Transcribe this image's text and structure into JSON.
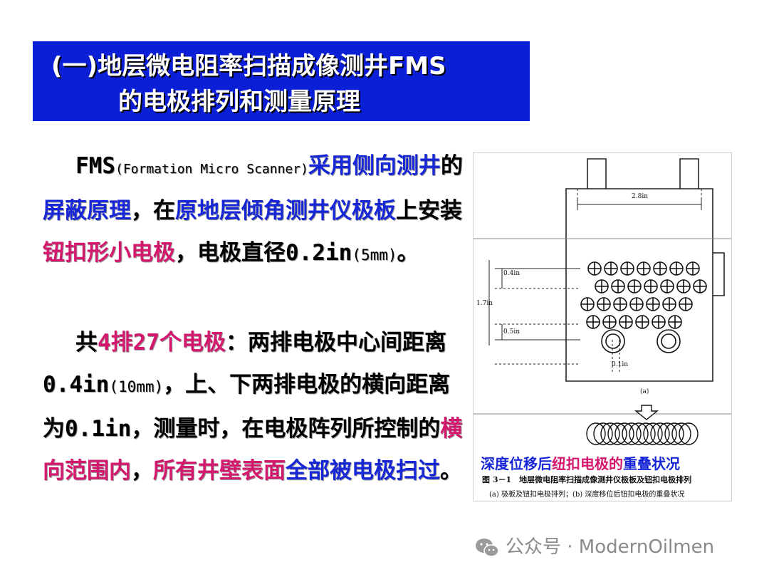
{
  "title": {
    "line1": "(一)地层微电阻率扫描成像测井FMS",
    "line2": "的电极排列和测量原理"
  },
  "para1": {
    "fms": "FMS",
    "fullname": "(Formation Micro Scanner)",
    "t1": "采用",
    "t2": "侧向测井",
    "t3": "的",
    "t4": "屏蔽原理",
    "t5": "，在",
    "t6": "原地层倾角测井仪极板",
    "t7": "上安装",
    "t8": "钮扣形小电极",
    "t9": "，电极直径0.2in",
    "t10": "(5mm)",
    "t11": "。"
  },
  "para2": {
    "t1": "共",
    "t2": "4排27个电极",
    "t3": "：两排电极中心间距离0.4in",
    "t4": "(10mm)",
    "t5": "，上、下两排电极的横向距离为0.1in，测量时，在电极阵列所控制的",
    "t6": "横向范围内",
    "t7": "，",
    "t8": "所有井壁表面",
    "t9": "全部被电极扫过",
    "t10": "。"
  },
  "figure": {
    "dim_top": "2.8in",
    "dim_row": "0.4in",
    "dim_height": "1.7in",
    "dim_bottom": "0.5in",
    "dim_offset": "0.1in",
    "sub_a": "(a)",
    "caption_main_1": "深度位移后",
    "caption_main_2": "纽扣电极的",
    "caption_main_3": "重叠状况",
    "caption_1": "图 3－1　地层微电阻率扫描成像测井仪极板及钮扣电极排列",
    "caption_2": "(a) 极板及钮扣电极排列；(b) 深度移位后钮扣电极的重叠状况"
  },
  "watermark": {
    "text": "公众号 · ModernOilmen",
    "icon": "wechat-icon"
  },
  "colors": {
    "title_bg": "#0a1fd6",
    "blue_text": "#1726d6",
    "pink_text": "#d4186e"
  }
}
